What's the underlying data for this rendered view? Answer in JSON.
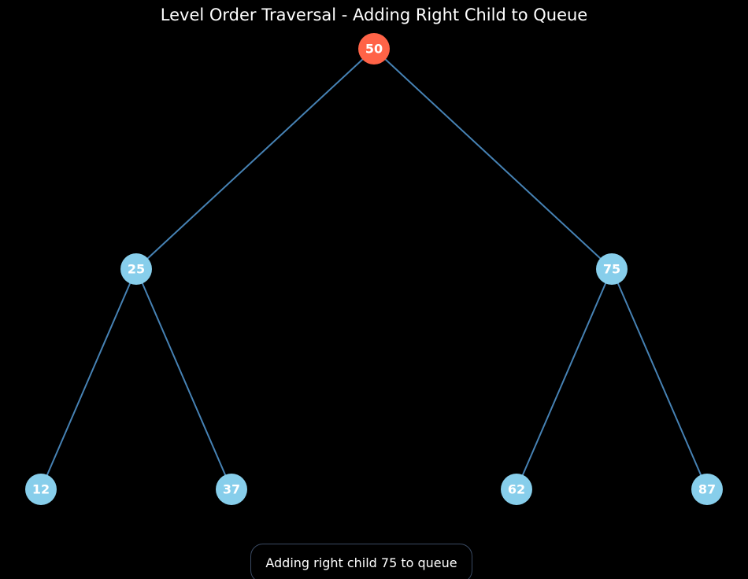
{
  "title": "Level Order Traversal - Adding Right Child to Queue",
  "status": "Adding right child 75 to queue",
  "colors": {
    "background": "#000000",
    "edge": "#4682b4",
    "node": "#87ceeb",
    "highlight": "#ff6347",
    "text": "#ffffff",
    "status_border": "#3a4a63"
  },
  "tree": {
    "nodes": [
      {
        "id": "n50",
        "label": "50",
        "highlighted": true
      },
      {
        "id": "n25",
        "label": "25",
        "highlighted": false
      },
      {
        "id": "n75",
        "label": "75",
        "highlighted": false
      },
      {
        "id": "n12",
        "label": "12",
        "highlighted": false
      },
      {
        "id": "n37",
        "label": "37",
        "highlighted": false
      },
      {
        "id": "n62",
        "label": "62",
        "highlighted": false
      },
      {
        "id": "n87",
        "label": "87",
        "highlighted": false
      }
    ],
    "edges": [
      {
        "from": "n50",
        "to": "n25"
      },
      {
        "from": "n50",
        "to": "n75"
      },
      {
        "from": "n25",
        "to": "n12"
      },
      {
        "from": "n25",
        "to": "n37"
      },
      {
        "from": "n75",
        "to": "n62"
      },
      {
        "from": "n75",
        "to": "n87"
      }
    ]
  }
}
